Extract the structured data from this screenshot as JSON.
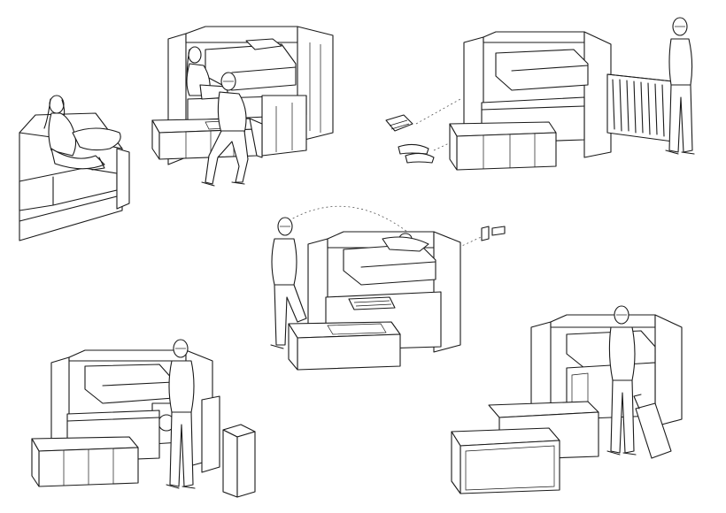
{
  "illustration": {
    "panels": [
      {
        "id": "couch-scene",
        "title": ""
      },
      {
        "id": "couple-on-bed",
        "title": ""
      },
      {
        "id": "wardrobe-storage",
        "title": ""
      },
      {
        "id": "sleeping-center",
        "title": ""
      },
      {
        "id": "washer-storage",
        "title": ""
      },
      {
        "id": "luggage-storage",
        "title": ""
      }
    ]
  }
}
